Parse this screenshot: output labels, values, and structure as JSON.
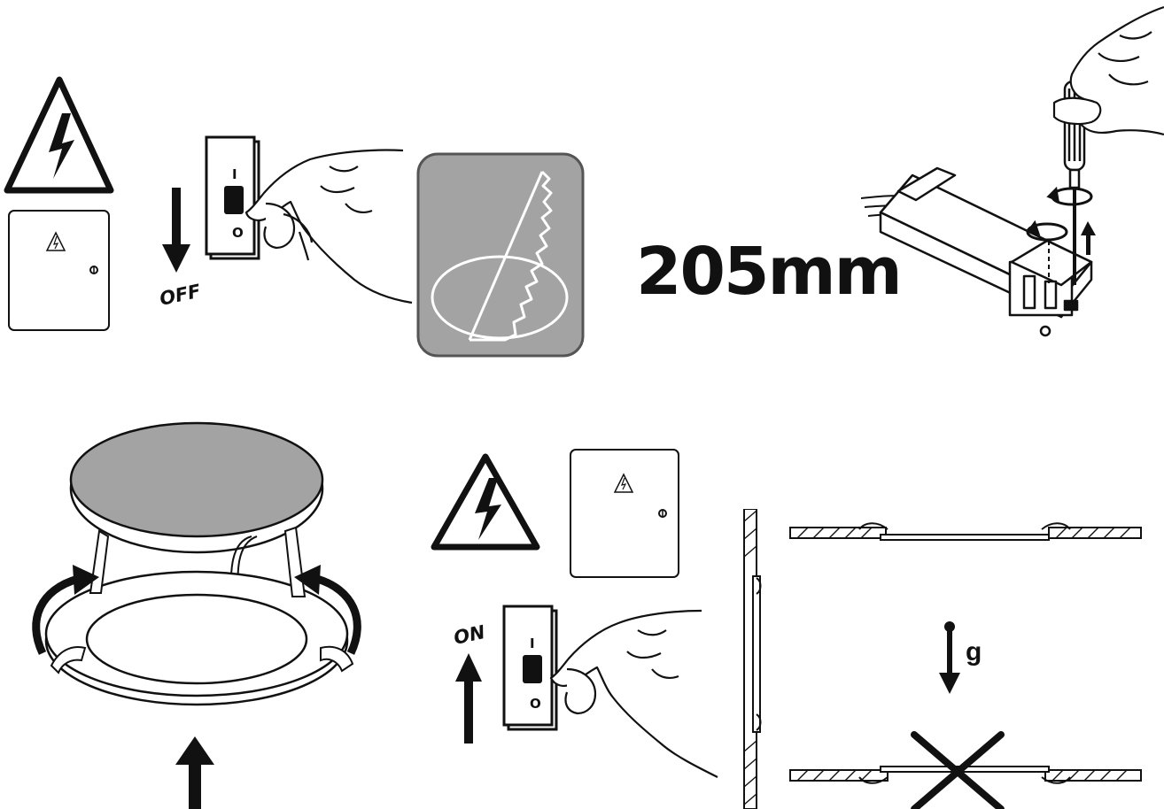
{
  "step1": {
    "switch_top": "I",
    "switch_bottom": "O",
    "action_label": "OFF"
  },
  "step2": {
    "dimension": "205mm"
  },
  "step5": {
    "switch_top": "I",
    "switch_bottom": "O",
    "action_label": "ON"
  },
  "step6": {
    "gravity_label": "g"
  },
  "colors": {
    "ink": "#111111",
    "panel_grey": "#a3a3a3",
    "panel_border": "#555555",
    "white": "#ffffff"
  }
}
